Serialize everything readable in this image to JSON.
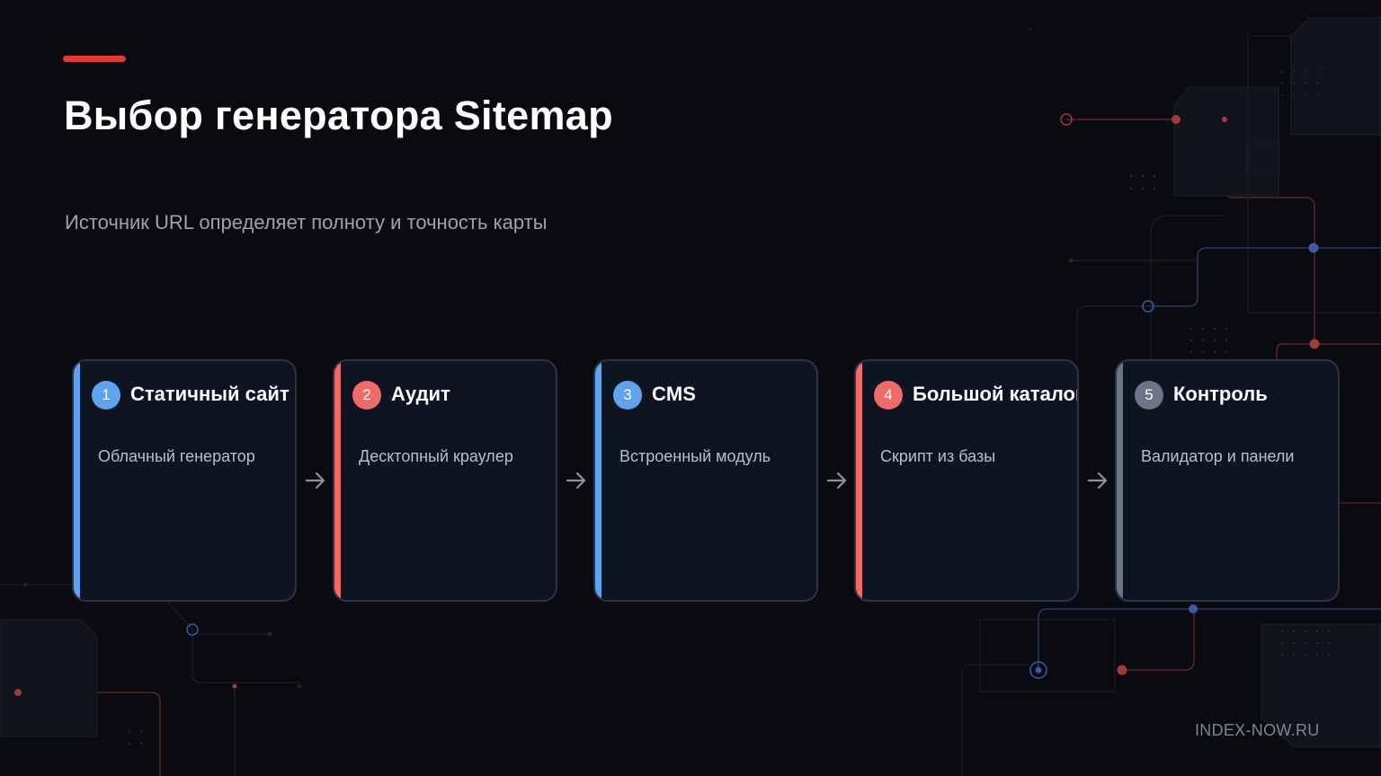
{
  "slide": {
    "title": "Выбор генератора Sitemap",
    "subtitle": "Источник URL определяет полноту и точность карты",
    "footer": "INDEX-NOW.RU"
  },
  "colors": {
    "accent_red": "#e53935",
    "blue": "#5fa3f0",
    "red": "#f06a6a",
    "gray": "#6b7588"
  },
  "steps": [
    {
      "number": "1",
      "name": "Статичный сайт",
      "desc": "Облачный генератор",
      "color": "#5fa3f0"
    },
    {
      "number": "2",
      "name": "Аудит",
      "desc": "Десктопный краулер",
      "color": "#f06a6a"
    },
    {
      "number": "3",
      "name": "CMS",
      "desc": "Встроенный модуль",
      "color": "#5fa3f0"
    },
    {
      "number": "4",
      "name": "Большой каталог",
      "desc": "Скрипт из базы",
      "color": "#f06a6a"
    },
    {
      "number": "5",
      "name": "Контроль",
      "desc": "Валидатор и панели",
      "color": "#6b7588"
    }
  ]
}
